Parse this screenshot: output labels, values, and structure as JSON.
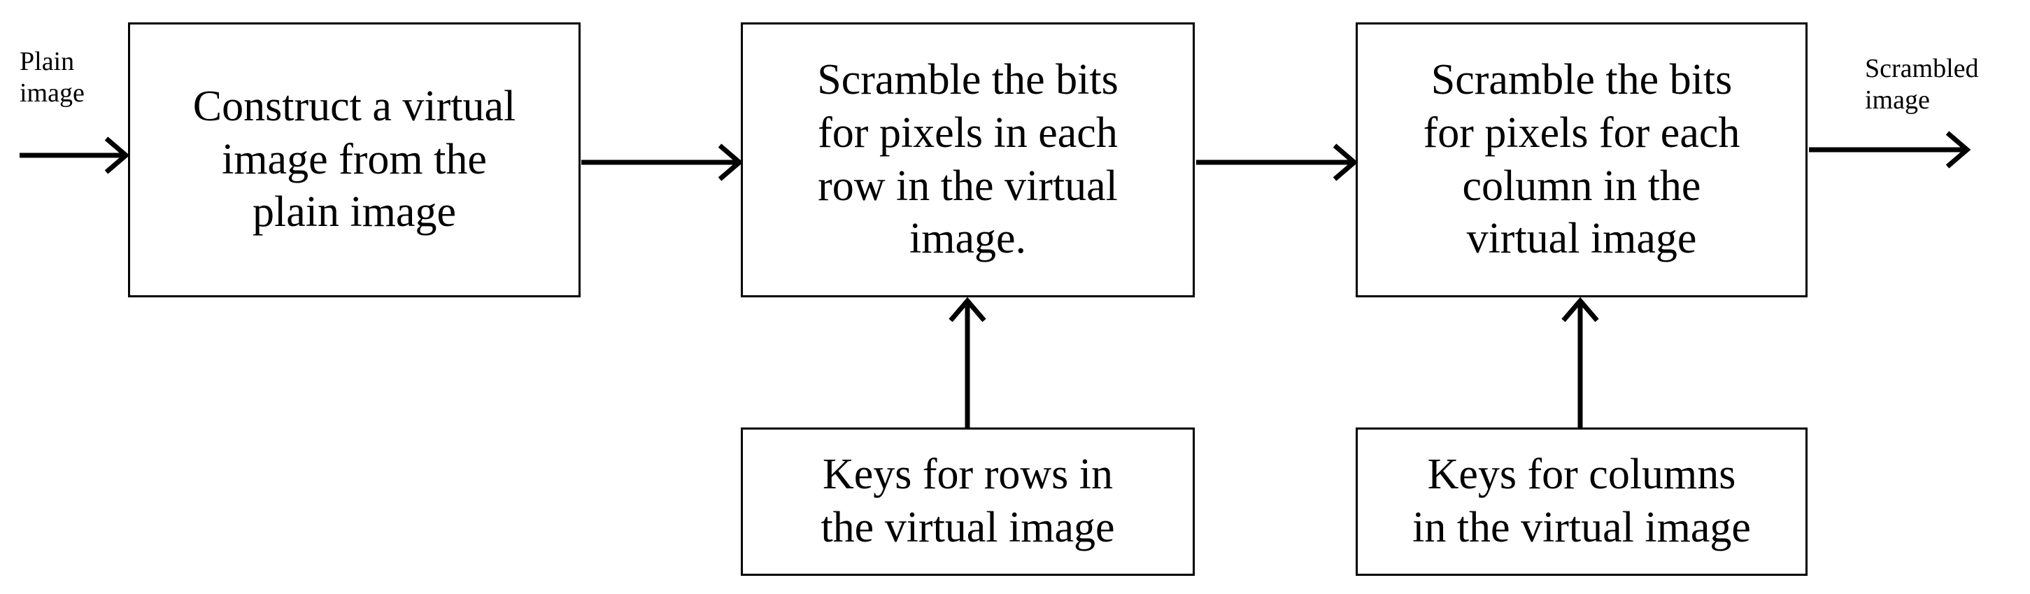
{
  "input_label": "Plain\nimage",
  "output_label": "Scrambled\nimage",
  "boxes": {
    "construct": "Construct a virtual\nimage from the\nplain image",
    "scramble_rows": "Scramble the bits\nfor pixels in each\nrow in the virtual\nimage.",
    "scramble_columns": "Scramble the bits\nfor pixels for each\ncolumn in the\nvirtual image",
    "row_keys": "Keys for rows in\nthe virtual image",
    "column_keys": "Keys for columns\nin the virtual image"
  },
  "colors": {
    "line": "#000000",
    "background": "#ffffff"
  }
}
